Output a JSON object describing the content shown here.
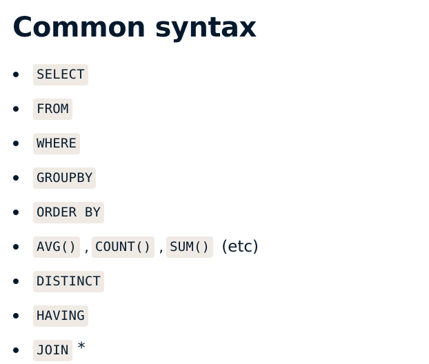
{
  "title": "Common syntax",
  "items": [
    {
      "code": [
        "SELECT"
      ]
    },
    {
      "code": [
        "FROM"
      ]
    },
    {
      "code": [
        "WHERE"
      ]
    },
    {
      "code": [
        "GROUPBY"
      ]
    },
    {
      "code": [
        "ORDER BY"
      ]
    },
    {
      "code": [
        "AVG()",
        "COUNT()",
        "SUM()"
      ],
      "separator": ",",
      "trailing": "(etc)"
    },
    {
      "code": [
        "DISTINCT"
      ]
    },
    {
      "code": [
        "HAVING"
      ]
    },
    {
      "code": [
        "JOIN"
      ],
      "suffix": "*"
    }
  ],
  "colors": {
    "text": "#05192d",
    "code_background": "#efeae4",
    "page_background": "#ffffff"
  }
}
